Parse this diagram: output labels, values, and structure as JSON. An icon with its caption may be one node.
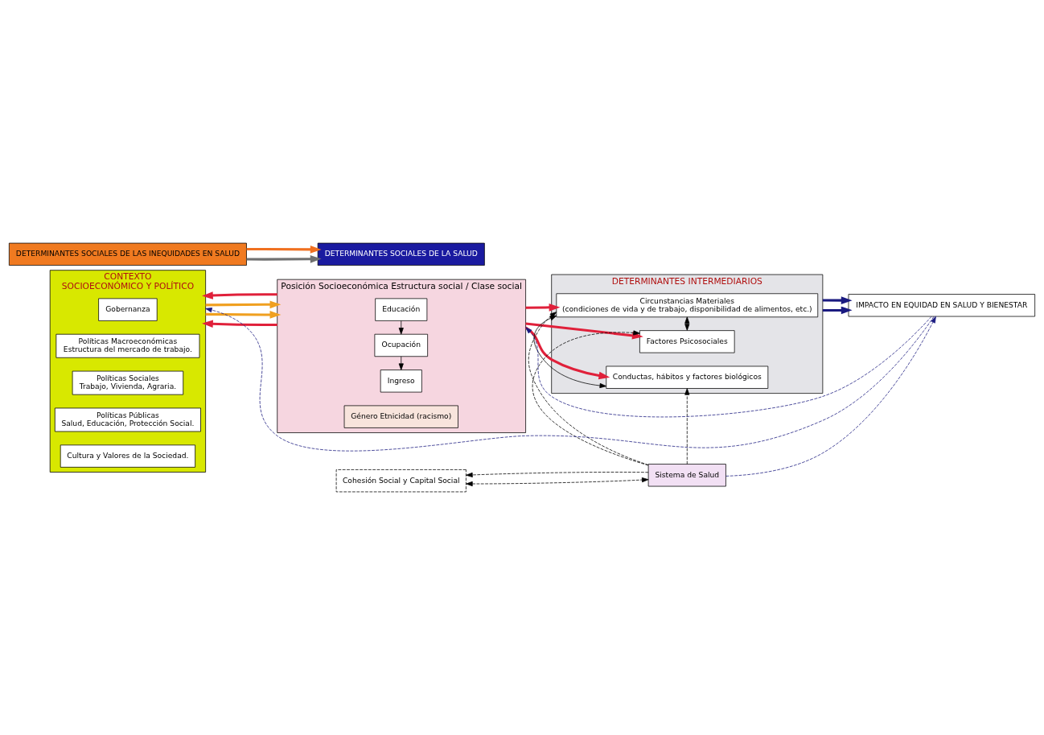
{
  "diagram": {
    "nodes": [
      {
        "text": [
          "CONTEXTO",
          "SOCIOECONÓMICO Y POLÍTICO"
        ]
      },
      {
        "text": [
          "Gobernanza"
        ],
        "in": 0
      },
      {
        "text": [
          "Políticas Macroeconómicas",
          "Estructura del mercado de trabajo."
        ],
        "in": 0
      },
      {
        "text": [
          "Políticas Sociales",
          "Trabajo, Vivienda, Agraria."
        ],
        "in": 0
      },
      {
        "text": [
          "Políticas Públicas",
          "Salud, Educación, Protección Social."
        ],
        "in": 0
      },
      {
        "text": [
          "Cultura y Valores de la Sociedad."
        ],
        "in": 0
      },
      {
        "text": [
          "Posición Socioeconómica Estructura social / Clase social"
        ]
      },
      {
        "text": [
          "Educación"
        ],
        "in": 6
      },
      {
        "text": [
          "Ocupación"
        ],
        "in": 6
      },
      {
        "text": [
          "Ingreso"
        ],
        "in": 6
      },
      {
        "text": [
          "Género Etnicidad (racismo)"
        ],
        "in": 6
      },
      {
        "text": [
          "DETERMINANTES INTERMEDIARIOS"
        ]
      },
      {
        "text": [
          "Circunstancias Materiales",
          "(condiciones de vida y de trabajo, disponibilidad de alimentos, etc.)"
        ],
        "in": 11
      },
      {
        "text": [
          "Factores Psicosociales"
        ],
        "in": 11
      },
      {
        "text": [
          "Conductas, hábitos y factores biológicos"
        ],
        "in": 11
      },
      {
        "text": [
          "Cohesión Social y Capital Social"
        ]
      },
      {
        "text": [
          "Sistema de Salud"
        ]
      },
      {
        "text": [
          "IMPACTO EN EQUIDAD EN SALUD Y BIENESTAR"
        ]
      },
      {
        "text": [
          "DETERMINANTES SOCIALES DE LAS INEQUIDADES EN SALUD"
        ]
      },
      {
        "text": [
          "DETERMINANTES SOCIALES DE LA SALUD"
        ]
      }
    ],
    "edges": [
      {
        "from": 0,
        "to": 6,
        "arrow": "to",
        "style": "thick",
        "color": "#f0a020"
      },
      {
        "from": 0,
        "to": 6,
        "arrow": "to",
        "style": "thick",
        "color": "#f0a020"
      },
      {
        "from": 6,
        "to": 0,
        "arrow": "to",
        "style": "thick",
        "color": "#e0203a"
      },
      {
        "from": 6,
        "to": 0,
        "arrow": "to",
        "style": "thick",
        "color": "#e0203a"
      },
      {
        "from": 7,
        "to": 8,
        "arrow": "to"
      },
      {
        "from": 8,
        "to": 9,
        "arrow": "to"
      },
      {
        "from": 6,
        "to": 12,
        "arrow": "to",
        "style": "thick",
        "color": "#e0203a"
      },
      {
        "from": 6,
        "to": 13,
        "arrow": "to",
        "style": "thick",
        "color": "#e0203a"
      },
      {
        "from": 6,
        "to": 14,
        "arrow": "to",
        "style": "thick",
        "color": "#e0203a"
      },
      {
        "from": 12,
        "to": 13,
        "arrow": "both"
      },
      {
        "from": 12,
        "to": 14,
        "arrow": "both"
      },
      {
        "from": 16,
        "to": 12,
        "arrow": "to",
        "style": "dashed"
      },
      {
        "from": 16,
        "to": 13,
        "arrow": "to",
        "style": "dashed"
      },
      {
        "from": 16,
        "to": 14,
        "arrow": "to",
        "style": "dashed"
      },
      {
        "from": 16,
        "to": 15,
        "arrow": "to",
        "style": "dashed"
      },
      {
        "from": 15,
        "to": 16,
        "arrow": "both",
        "style": "dashed"
      },
      {
        "from": 11,
        "to": 17,
        "arrow": "to",
        "style": "thick",
        "color": "#1a1a80"
      },
      {
        "from": 11,
        "to": 17,
        "arrow": "to",
        "style": "thick",
        "color": "#1a1a80"
      },
      {
        "from": 16,
        "to": 17,
        "arrow": "to",
        "style": "dashed",
        "color": "#1a1a80"
      },
      {
        "from": 17,
        "to": 0,
        "arrow": "to",
        "style": "dashed",
        "color": "#1a1a80"
      },
      {
        "from": 17,
        "to": 6,
        "arrow": "to",
        "style": "dashed",
        "color": "#1a1a80"
      },
      {
        "from": 18,
        "to": 19,
        "arrow": "to",
        "style": "thick",
        "color": "#707070"
      },
      {
        "from": 18,
        "to": 19,
        "arrow": "to",
        "style": "thick",
        "color": "#f07020"
      }
    ]
  }
}
